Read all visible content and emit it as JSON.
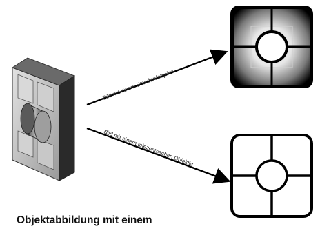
{
  "diagram": {
    "arrow_top_label": "Bild mit einem Standardobjektiv",
    "arrow_bottom_label": "Bild mit einem telezentrischen Objektiv",
    "caption": "Objektabbildung mit einem"
  },
  "icons": {
    "object": "3d-square-frame-with-cylinder-icon",
    "image_standard": "perspective-image-icon",
    "image_telecentric": "telecentric-image-icon"
  },
  "colors": {
    "frame": "#000000",
    "object_face": "#b8b8b8",
    "arrow": "#000000"
  }
}
